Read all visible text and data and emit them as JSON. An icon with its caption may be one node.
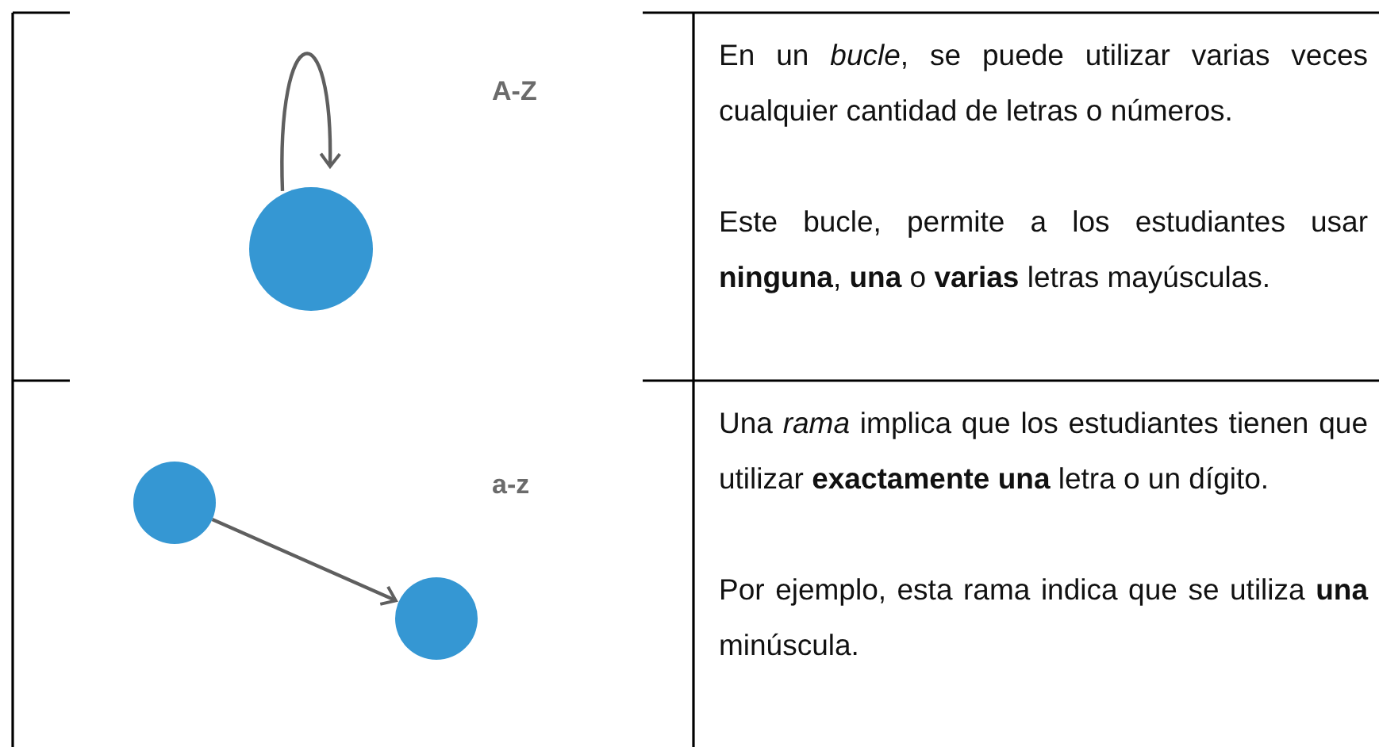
{
  "diagram": {
    "nodes": [
      {
        "text": [],
        "shape": "circle"
      },
      {
        "text": [],
        "shape": "circle"
      },
      {
        "text": [],
        "shape": "circle"
      }
    ],
    "edges": [
      {
        "from": 0,
        "to": 0,
        "arrow": "to"
      },
      {
        "from": 1,
        "to": 2,
        "arrow": "to"
      }
    ],
    "labels": [
      "A-Z",
      "En un *bucle*, se puede utilizar varias veces cualquier cantidad de letras o números.",
      "Este bucle, permite a los estudiantes usar **ninguna**, **una** o **varias** letras mayúsculas.",
      "a-z",
      "Una *rama* implica que los estudiantes tienen que utilizar **exactamente una** letra o un dígito.",
      "Por ejemplo, esta rama indica que se utiliza **una** minúscula."
    ]
  }
}
